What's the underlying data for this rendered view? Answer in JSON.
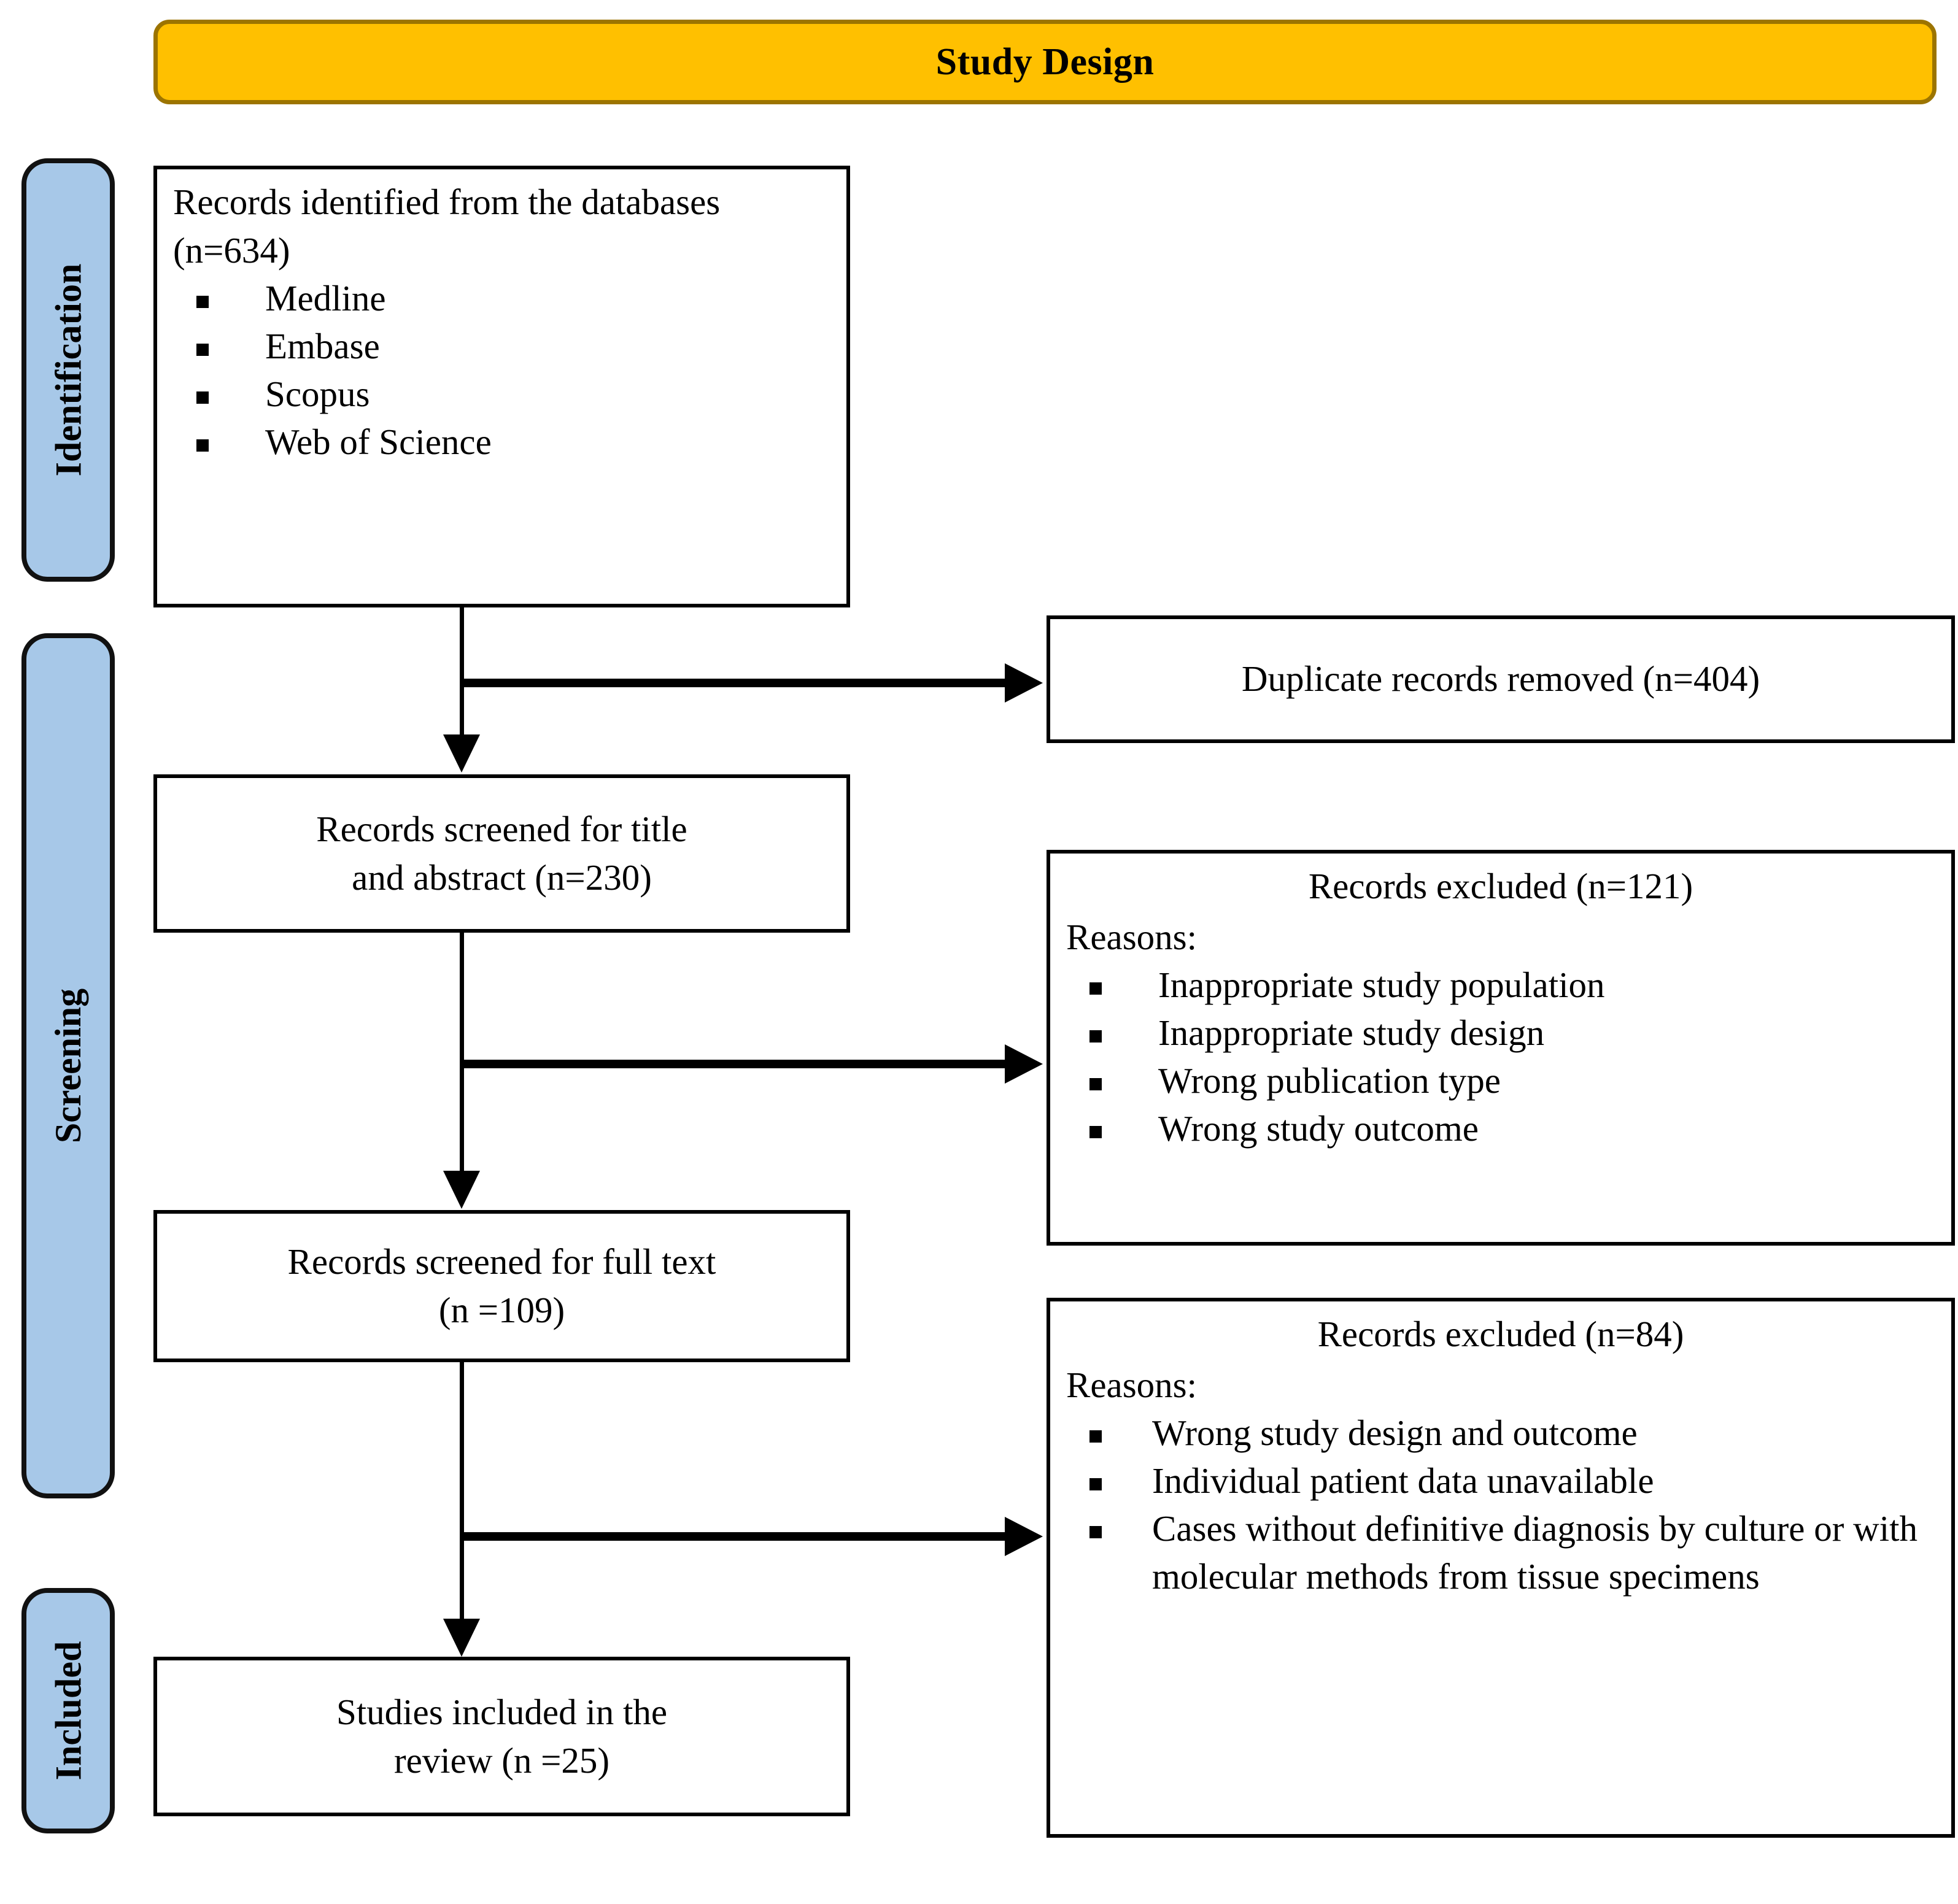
{
  "banner": {
    "title": "Study Design",
    "fill_color": "#FFC000",
    "border_color": "#9C7400"
  },
  "phases": [
    {
      "key": "identification",
      "label": "Identification",
      "fill_color": "#A7C8E8"
    },
    {
      "key": "screening",
      "label": "Screening",
      "fill_color": "#A7C8E8"
    },
    {
      "key": "included",
      "label": "Included",
      "fill_color": "#A7C8E8"
    }
  ],
  "boxes": {
    "identified": {
      "lead": "Records identified from the databases (n=634)",
      "items": [
        "Medline",
        "Embase",
        "Scopus",
        "Web of Science"
      ]
    },
    "duplicates": {
      "text": "Duplicate records removed (n=404)"
    },
    "screened_title_abstract": {
      "line1": "Records screened for title",
      "line2": "and abstract (n=230)"
    },
    "excluded_121": {
      "heading": "Records excluded (n=121)",
      "reasons_label": "Reasons:",
      "items": [
        "Inappropriate study population",
        "Inappropriate study design",
        "Wrong publication type",
        "Wrong study outcome"
      ]
    },
    "screened_full_text": {
      "line1": "Records screened for full text",
      "line2": "(n =109)"
    },
    "excluded_84": {
      "heading": "Records excluded (n=84)",
      "reasons_label": "Reasons:",
      "items": [
        "Wrong study design and outcome",
        "Individual patient data unavailable",
        "Cases without definitive diagnosis by culture or with molecular methods from tissue specimens"
      ]
    },
    "included": {
      "line1": "Studies included in the",
      "line2": "review (n =25)"
    }
  }
}
